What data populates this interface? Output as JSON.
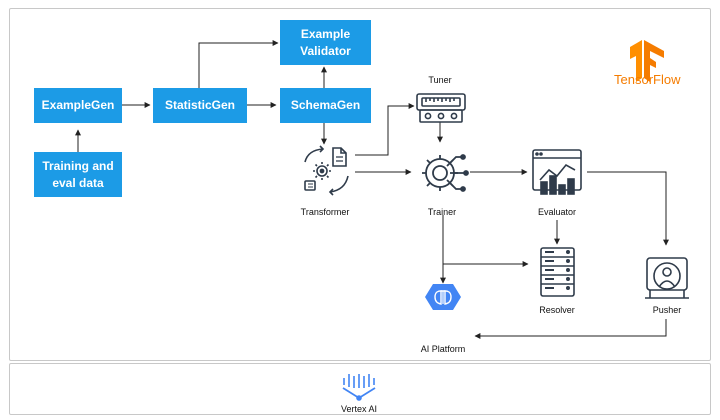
{
  "components": {
    "example_gen": "ExampleGen",
    "statistic_gen": "StatisticGen",
    "schema_gen": "SchemaGen",
    "example_validator": "Example\nValidator",
    "training_data": "Training and\neval data",
    "transformer": "Transformer",
    "tuner": "Tuner",
    "trainer": "Trainer",
    "evaluator": "Evaluator",
    "resolver": "Resolver",
    "pusher": "Pusher",
    "ai_platform": "AI Platform"
  },
  "brand": {
    "tensorflow": "TensorFlow",
    "vertex": "Vertex AI"
  },
  "colors": {
    "box": "#1c9be6",
    "tensorflow": "#f57c00",
    "gcp_blue": "#4285f4",
    "icon": "#2f3b4a"
  }
}
